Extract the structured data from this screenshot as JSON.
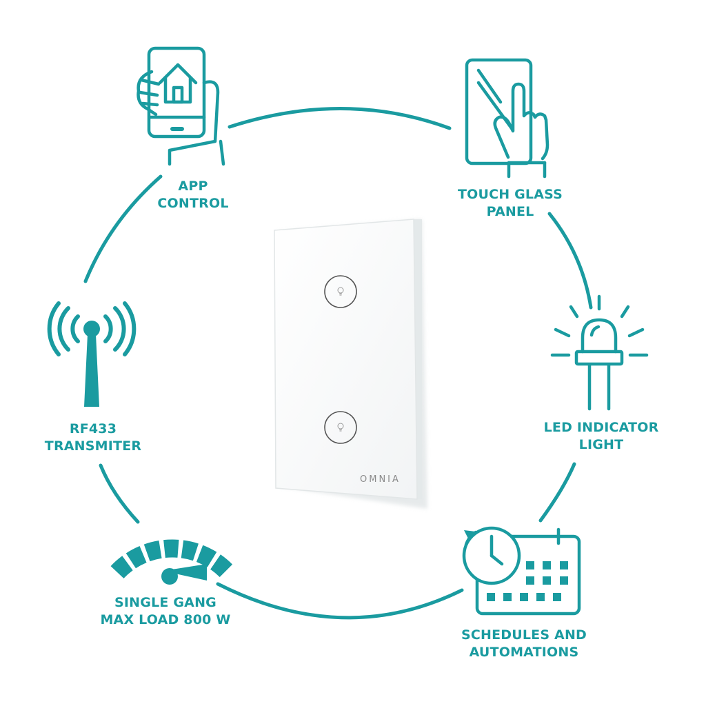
{
  "accent_color": "#1a9ba0",
  "product": {
    "brand": "OMNIA",
    "buttons": [
      {
        "icon": "bulb-icon"
      },
      {
        "icon": "bulb-icon"
      }
    ]
  },
  "features": [
    {
      "id": "app-control",
      "icon": "smartphone-home-icon",
      "line1": "APP",
      "line2": "CONTROL"
    },
    {
      "id": "touch-glass-panel",
      "icon": "touch-panel-icon",
      "line1": "TOUCH GLASS",
      "line2": "PANEL"
    },
    {
      "id": "led-indicator-light",
      "icon": "led-icon",
      "line1": "LED INDICATOR",
      "line2": "LIGHT"
    },
    {
      "id": "schedules-automations",
      "icon": "clock-calendar-icon",
      "line1": "SCHEDULES AND",
      "line2": "AUTOMATIONS"
    },
    {
      "id": "single-gang",
      "icon": "speedometer-icon",
      "line1": "SINGLE GANG",
      "line2": "MAX LOAD 800 W"
    },
    {
      "id": "rf433",
      "icon": "antenna-icon",
      "line1": "RF433",
      "line2": "TRANSMITER"
    }
  ]
}
